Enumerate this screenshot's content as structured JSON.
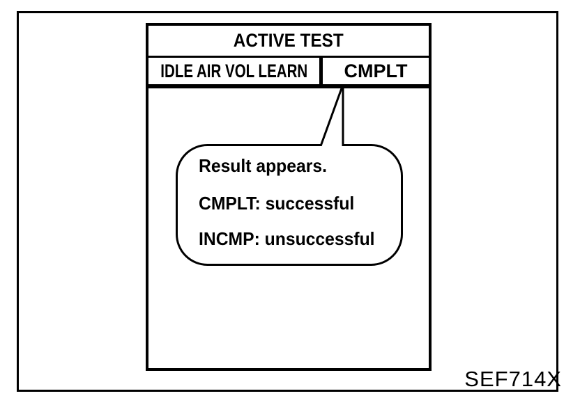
{
  "figure": {
    "code": "SEF714X"
  },
  "colors": {
    "ink": "#000000",
    "paper": "#ffffff"
  },
  "screen": {
    "title": "ACTIVE TEST",
    "param_row": {
      "name": "IDLE AIR VOL LEARN",
      "value": "CMPLT"
    }
  },
  "callout": {
    "lines": [
      "Result appears.",
      "CMPLT: successful",
      "INCMP: unsuccessful"
    ]
  }
}
